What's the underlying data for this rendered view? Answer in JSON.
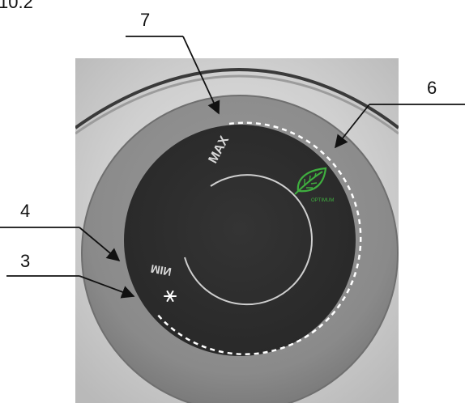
{
  "figure": {
    "label": "10.2"
  },
  "dial": {
    "max_label": "MAX",
    "min_label": "MIN",
    "optimum_label": "OPTIMUM",
    "icons": [
      "leaf-icon",
      "snowflake-icon"
    ],
    "colors": {
      "background_panel": "#c9c9c9",
      "outer_ring": "#8e8e8e",
      "dial_face": "#2f2f2f",
      "scale_dashes": "#ffffff",
      "leaf_green": "#3fae3f"
    }
  },
  "callouts": [
    {
      "number": "7"
    },
    {
      "number": "6"
    },
    {
      "number": "4"
    },
    {
      "number": "3"
    }
  ]
}
